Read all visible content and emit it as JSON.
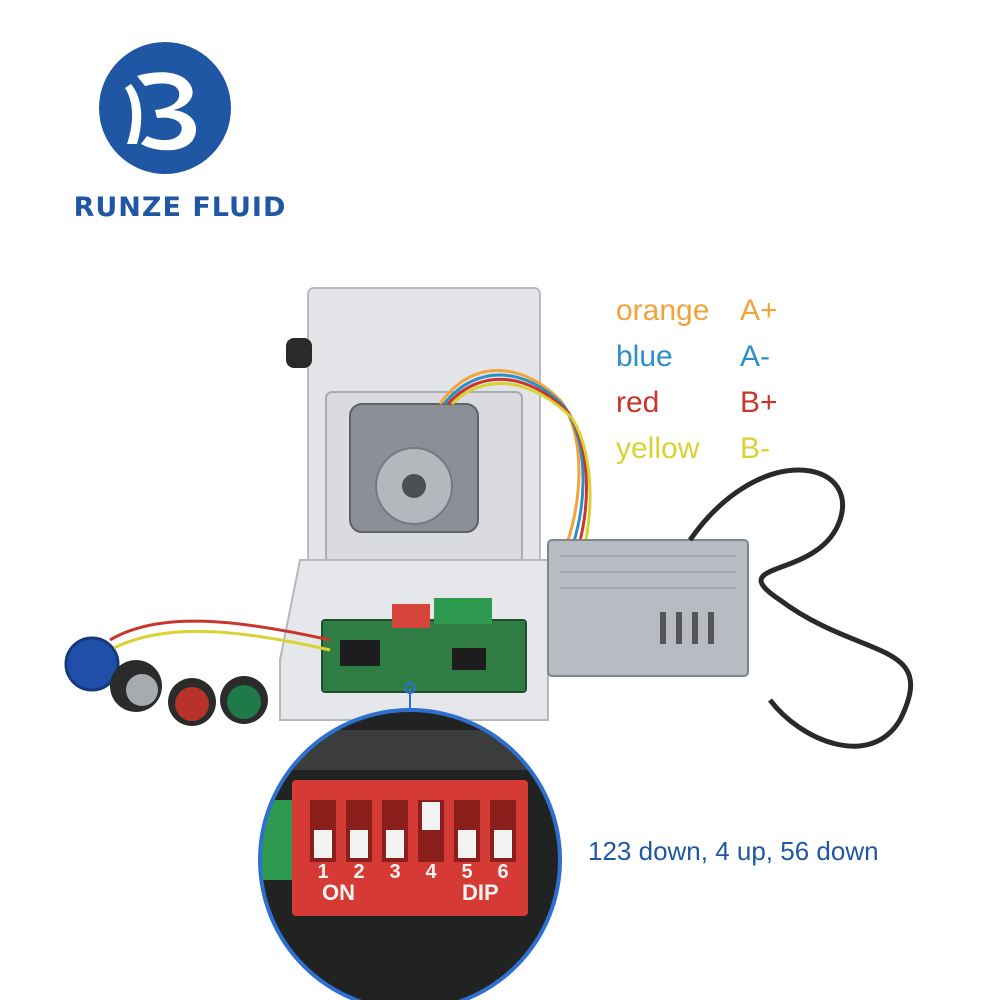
{
  "brand": {
    "name": "RUNZE FLUID",
    "logo_icon": "runze-b-logo-icon",
    "color": "#1f57a4"
  },
  "wire_legend": [
    {
      "color_name": "orange",
      "signal": "A+",
      "color": "#f2a33a"
    },
    {
      "color_name": "blue",
      "signal": "A-",
      "color": "#2e8fc7"
    },
    {
      "color_name": "red",
      "signal": "B+",
      "color": "#c8362d"
    },
    {
      "color_name": "yellow",
      "signal": "B-",
      "color": "#d8d233"
    }
  ],
  "dip_switch": {
    "caption": "123 down, 4 up, 56 down",
    "switch_numbers": [
      "1",
      "2",
      "3",
      "4",
      "5",
      "6"
    ],
    "label_left": "ON",
    "label_right": "DIP"
  }
}
